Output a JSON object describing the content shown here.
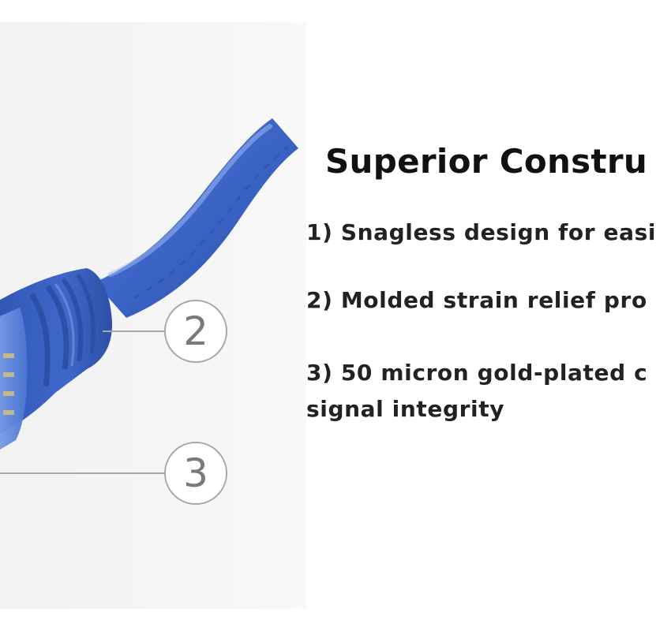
{
  "title": "Superior Constru",
  "features": [
    {
      "text": "1) Snagless design for easi"
    },
    {
      "text": "2) Molded strain relief pro"
    },
    {
      "lines": [
        "3) 50 micron gold-plated c",
        "signal integrity"
      ]
    }
  ],
  "callouts": [
    {
      "label": "2"
    },
    {
      "label": "3"
    }
  ],
  "colors": {
    "cable_blue": "#3f68c9",
    "boot_blue": "#3a62c4",
    "callout_gray": "#a8a8a8",
    "text_dark": "#111111"
  }
}
